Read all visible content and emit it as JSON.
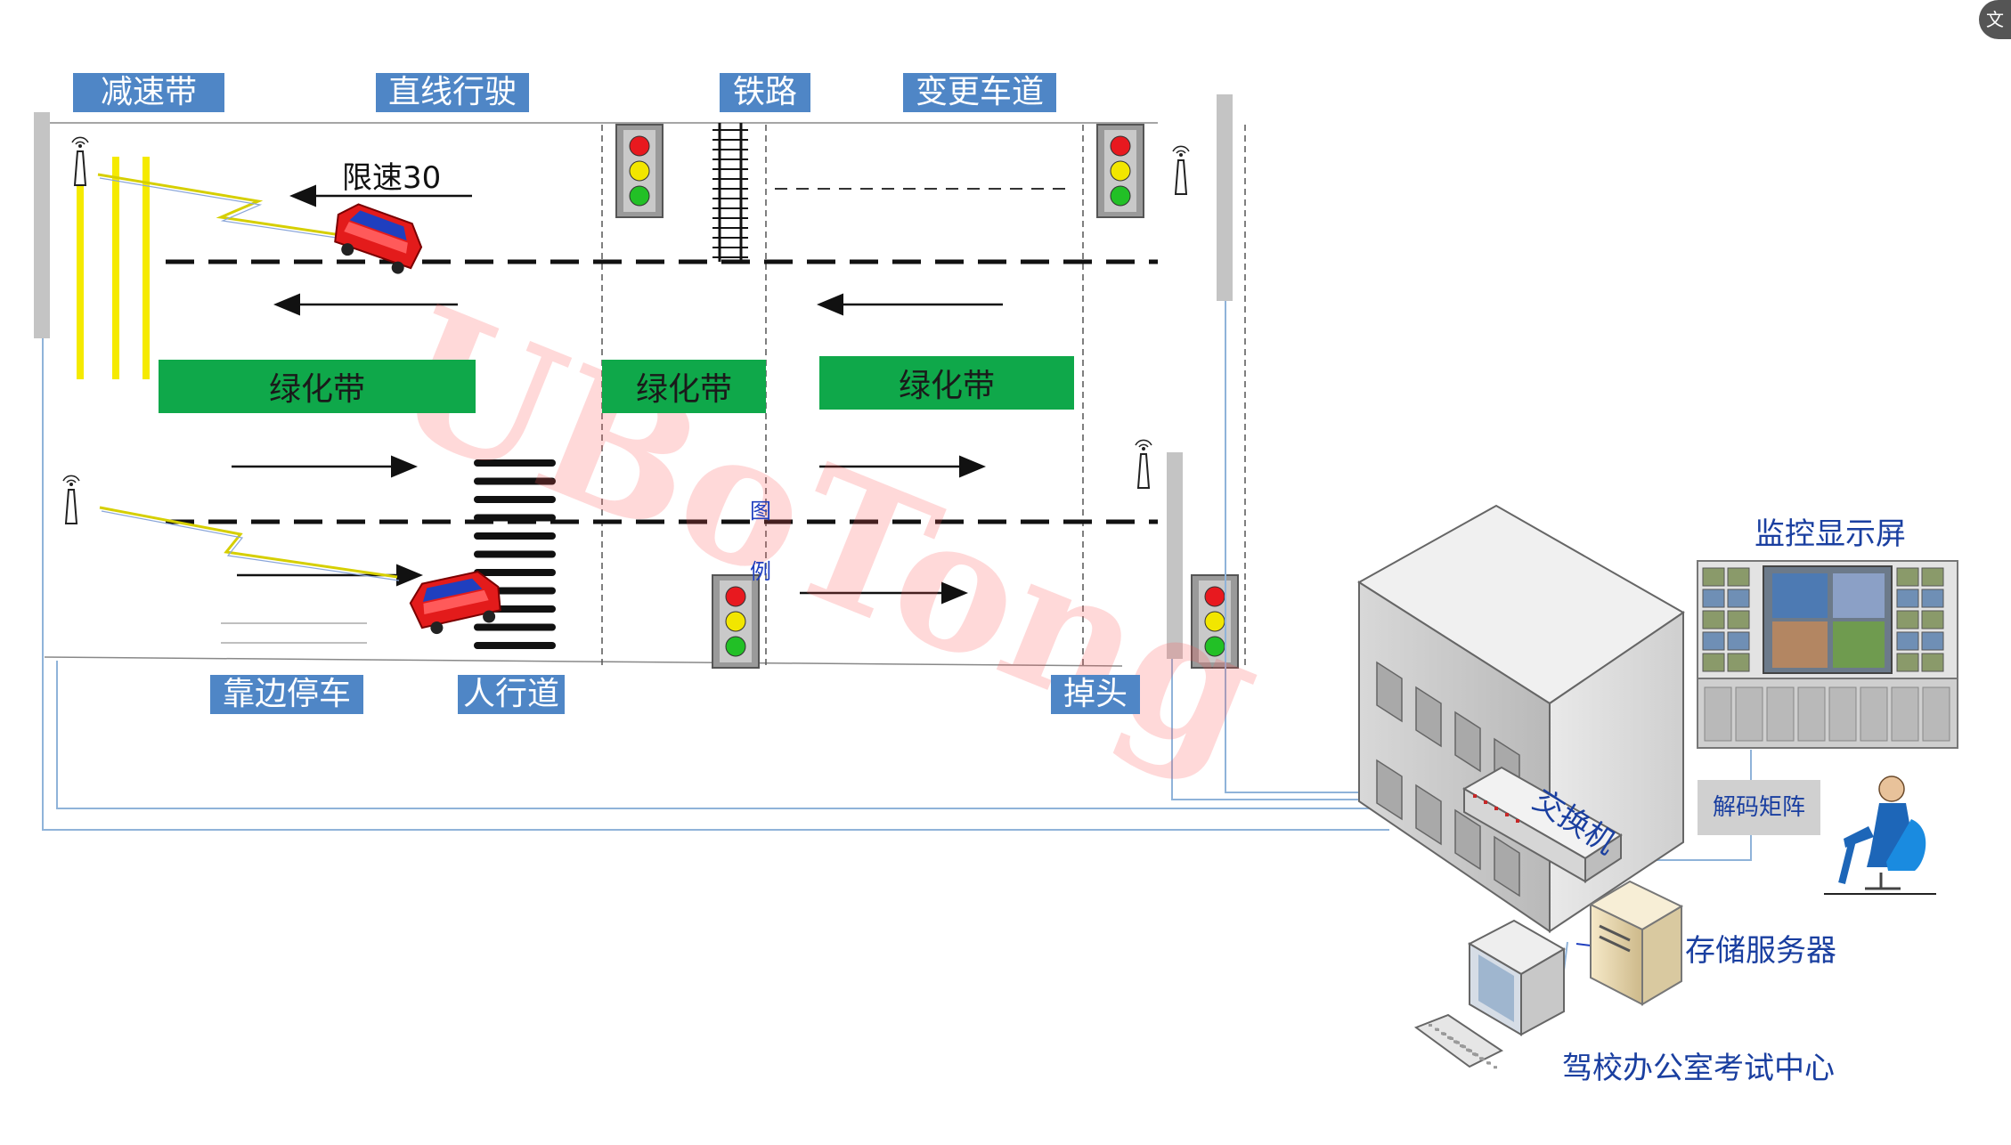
{
  "tags": {
    "speed_bump": "减速带",
    "straight_drive": "直线行驶",
    "railway": "铁路",
    "lane_change": "变更车道",
    "pull_over": "靠边停车",
    "crosswalk": "人行道",
    "u_turn": "掉头"
  },
  "speed_limit": "限速30",
  "green_belt": "绿化带",
  "legend_1": "图",
  "legend_2": "例",
  "watermark": "UBoTong",
  "office": {
    "switch": "交换机",
    "monitor_screen": "监控显示屏",
    "decoder_matrix": "解码矩阵",
    "storage_server": "存储服务器",
    "exam_center": "驾校办公室考试中心"
  },
  "colors": {
    "tag_bg": "#4f86c6",
    "green_belt": "#0fa84a",
    "signal_red": "#e8191f",
    "signal_yellow": "#f2e600",
    "signal_green": "#22c026",
    "cable": "#8fb3d9",
    "car_red": "#e31b1b",
    "car_blue": "#1f3fbf"
  },
  "icons": [
    "antenna-icon",
    "traffic-light-icon",
    "car-icon",
    "lightning-icon",
    "building-icon",
    "network-switch-icon",
    "video-wall-icon",
    "operator-icon",
    "server-icon",
    "computer-icon",
    "keyboard-icon",
    "translate-badge-icon"
  ]
}
